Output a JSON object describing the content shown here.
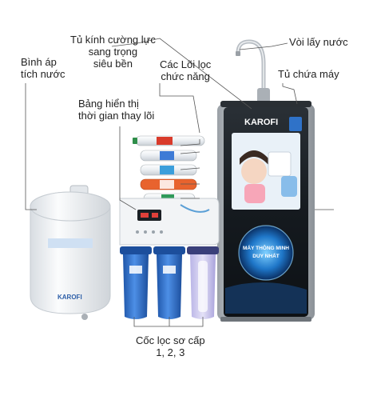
{
  "labels": {
    "glass_cabinet": [
      "Tủ kính cường lực",
      "sang trọng",
      "siêu bền"
    ],
    "faucet": "Vòi lấy nước",
    "machine_cabinet": "Tủ chứa máy",
    "pressure_tank": [
      "Bình áp",
      "tích nước"
    ],
    "filter_cores": [
      "Các Lõi lọc",
      "chức năng"
    ],
    "display_board": [
      "Bảng hiển thị",
      "thời gian thay lõi"
    ],
    "prefilter_cups": [
      "Cốc lọc sơ cấp",
      "1, 2, 3"
    ]
  },
  "brand": {
    "logo": "KAROFI",
    "panel_tagline": [
      "MÁY THÔNG MINH",
      "DUY NHẤT"
    ]
  },
  "colors": {
    "cabinet_dark": "#1e2226",
    "cabinet_silver": "#c9cdd1",
    "filter_blue": "#2b6fd1",
    "filter_purple": "#8a7fd6",
    "tank_white": "#f4f6f8",
    "leader_line": "#555555"
  }
}
